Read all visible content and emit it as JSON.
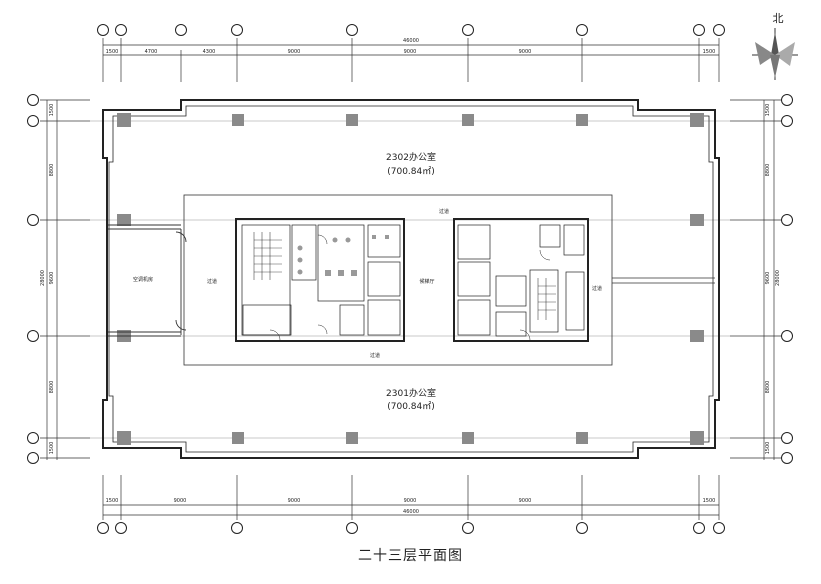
{
  "drawing": {
    "title": "二十三层平面图",
    "north_label": "北",
    "dimensions": {
      "top_total": "46000",
      "top_segments": [
        "1500",
        "4700",
        "4300",
        "9000",
        "9000",
        "9000",
        "1500"
      ],
      "bottom_total": "46000",
      "bottom_segments": [
        "1500",
        "9000",
        "9000",
        "9000",
        "9000",
        "1500"
      ],
      "left_total": "28000",
      "left_segments": [
        "1500",
        "8800",
        "9600",
        "8800",
        "1500"
      ],
      "right_total": "28000",
      "right_segments": [
        "1500",
        "8800",
        "9600",
        "8800",
        "1500"
      ]
    },
    "rooms": {
      "office_north_name": "2302办公室",
      "office_north_area": "(700.84㎡)",
      "office_south_name": "2301办公室",
      "office_south_area": "(700.84㎡)",
      "aircon_room": "空调机房",
      "lobby": "候梯厅",
      "corridor": "过道"
    }
  }
}
